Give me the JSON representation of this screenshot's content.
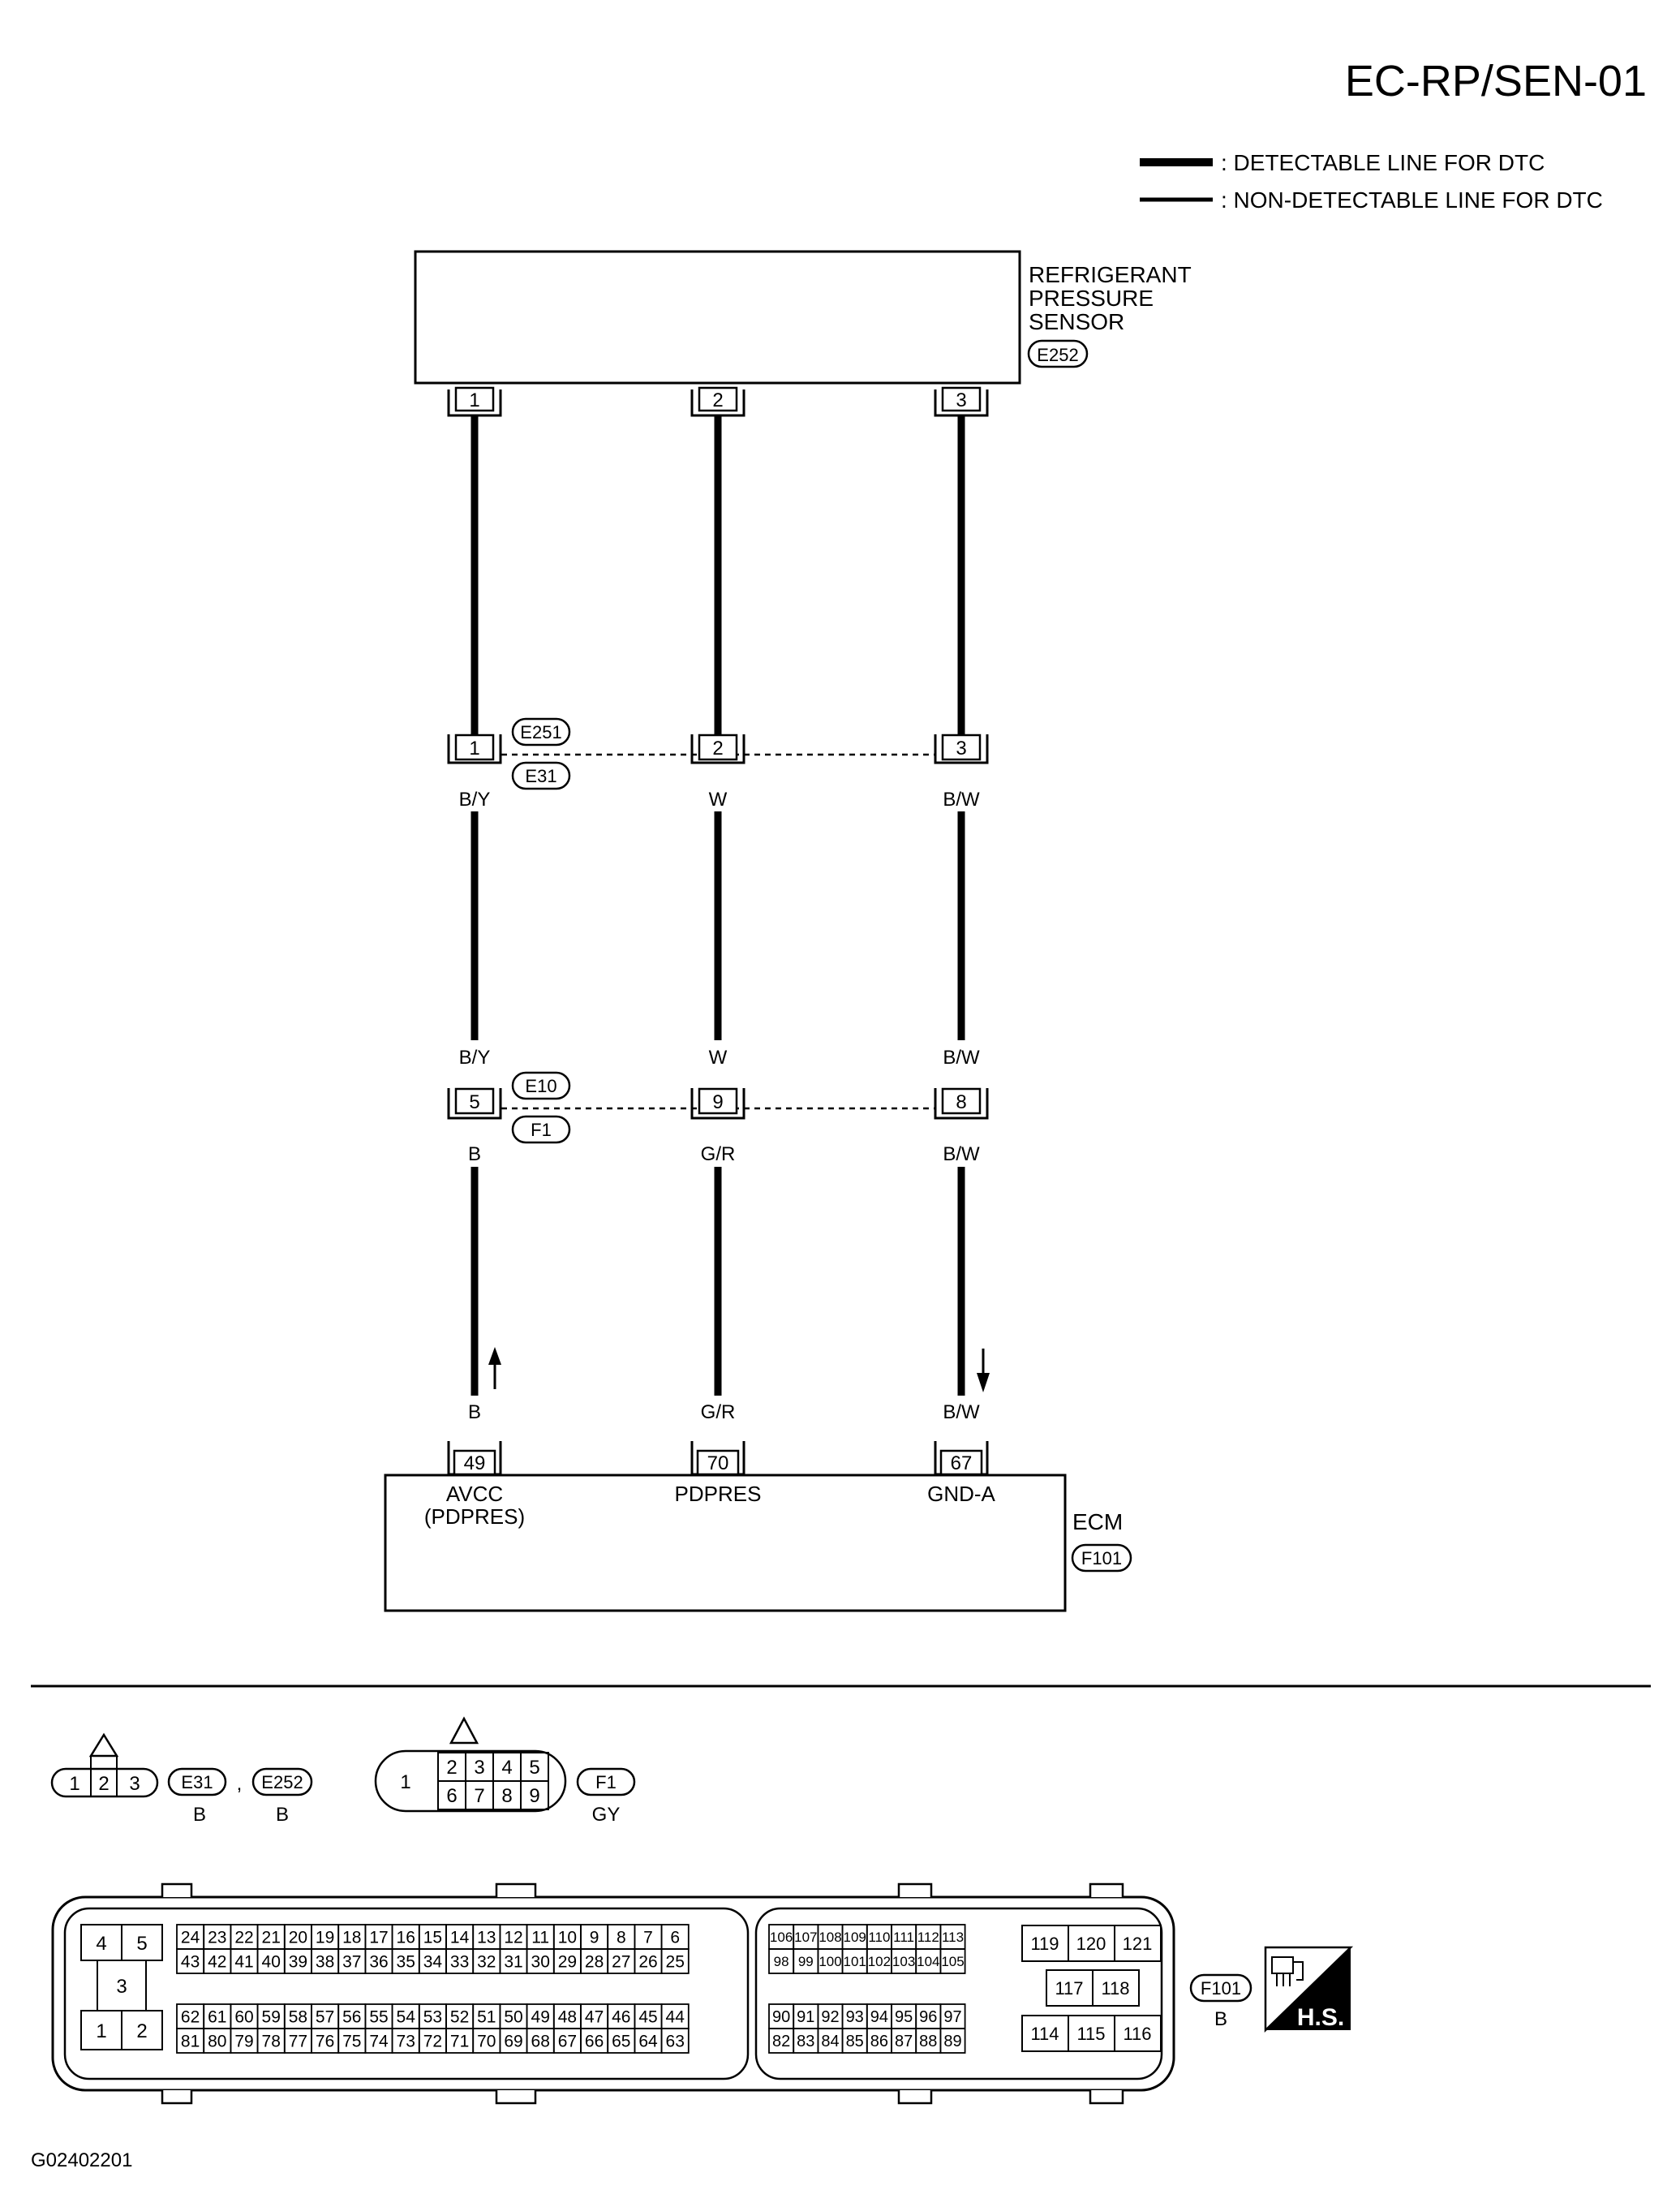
{
  "page_code": "EC-RP/SEN-01",
  "figure_id": "G02402201",
  "legend": {
    "detectable": ": DETECTABLE LINE FOR DTC",
    "non_detectable": ": NON-DETECTABLE LINE FOR DTC"
  },
  "sensor": {
    "name_lines": [
      "REFRIGERANT",
      "PRESSURE",
      "SENSOR"
    ],
    "connector": "E252",
    "pins": [
      "1",
      "2",
      "3"
    ]
  },
  "junction1": {
    "connector_top": "E251",
    "connector_bottom": "E31",
    "pins": [
      "1",
      "2",
      "3"
    ],
    "wire_colors": [
      "B/Y",
      "W",
      "B/W"
    ]
  },
  "junction2": {
    "connector_top": "E10",
    "connector_bottom": "F1",
    "pins": [
      "5",
      "9",
      "8"
    ],
    "wire_colors_above": [
      "B/Y",
      "W",
      "B/W"
    ],
    "wire_colors_below": [
      "B",
      "G/R",
      "B/W"
    ]
  },
  "ecm": {
    "name": "ECM",
    "connector": "F101",
    "pins": [
      "49",
      "70",
      "67"
    ],
    "wire_colors": [
      "B",
      "G/R",
      "B/W"
    ],
    "terminal_labels": [
      "AVCC",
      "PDPRES",
      "GND-A"
    ],
    "terminal_sublabel": "(PDPRES)"
  },
  "connector_views": {
    "c3": {
      "pins": [
        "1",
        "2",
        "3"
      ],
      "ids": [
        "E31",
        "E252"
      ],
      "separator": ",",
      "colors": [
        "B",
        "B"
      ]
    },
    "c9": {
      "pin_single": "1",
      "top_row": [
        "2",
        "3",
        "4",
        "5"
      ],
      "bottom_row": [
        "6",
        "7",
        "8",
        "9"
      ],
      "id": "F1",
      "color": "GY"
    },
    "ecm": {
      "id": "F101",
      "color": "B",
      "block_a": [
        "4",
        "5",
        "3",
        "1",
        "2"
      ],
      "row1": [
        "24",
        "23",
        "22",
        "21",
        "20",
        "19",
        "18",
        "17",
        "16",
        "15",
        "14",
        "13",
        "12",
        "11",
        "10",
        "9",
        "8",
        "7",
        "6"
      ],
      "row2": [
        "43",
        "42",
        "41",
        "40",
        "39",
        "38",
        "37",
        "36",
        "35",
        "34",
        "33",
        "32",
        "31",
        "30",
        "29",
        "28",
        "27",
        "26",
        "25"
      ],
      "row3": [
        "62",
        "61",
        "60",
        "59",
        "58",
        "57",
        "56",
        "55",
        "54",
        "53",
        "52",
        "51",
        "50",
        "49",
        "48",
        "47",
        "46",
        "45",
        "44"
      ],
      "row4": [
        "81",
        "80",
        "79",
        "78",
        "77",
        "76",
        "75",
        "74",
        "73",
        "72",
        "71",
        "70",
        "69",
        "68",
        "67",
        "66",
        "65",
        "64",
        "63"
      ],
      "row5": [
        "106",
        "107",
        "108",
        "109",
        "110",
        "111",
        "112",
        "113"
      ],
      "row6": [
        "98",
        "99",
        "100",
        "101",
        "102",
        "103",
        "104",
        "105"
      ],
      "row7": [
        "90",
        "91",
        "92",
        "93",
        "94",
        "95",
        "96",
        "97"
      ],
      "row8": [
        "82",
        "83",
        "84",
        "85",
        "86",
        "87",
        "88",
        "89"
      ],
      "block_d_top": [
        "119",
        "120",
        "121"
      ],
      "block_d_mid": [
        "117",
        "118"
      ],
      "block_d_bot": [
        "114",
        "115",
        "116"
      ]
    },
    "hs_label": "H.S."
  }
}
